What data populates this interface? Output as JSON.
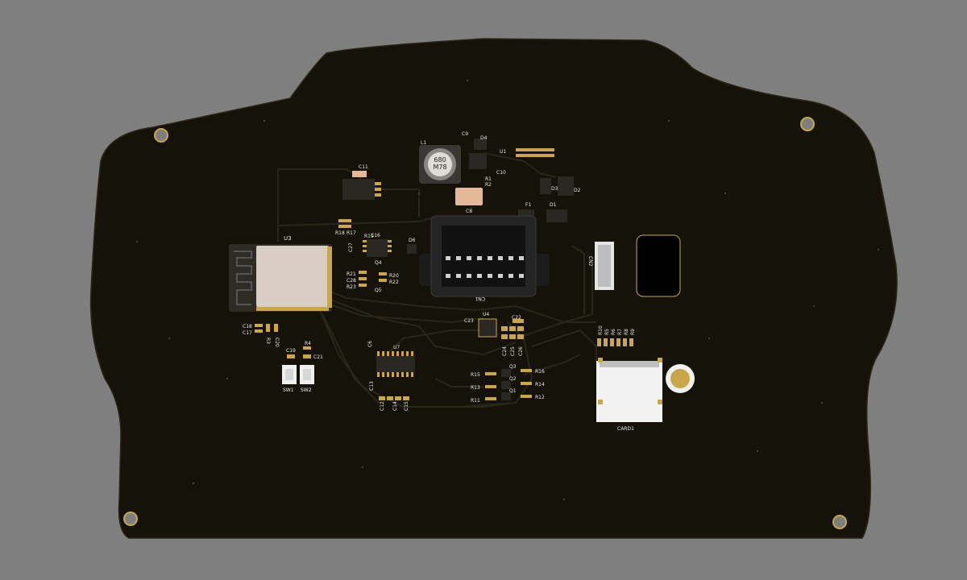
{
  "colors": {
    "background": "#7f7f7f",
    "board": "#15120a",
    "trace": "#232014",
    "silkscreen": "#e8e8e8",
    "pad": "#c9a648",
    "module": "#d9cec4"
  },
  "components": {
    "inductor_marking": [
      "680",
      "M78"
    ],
    "u1": "U1",
    "u3": "U3",
    "u4": "U4",
    "u7": "U7",
    "cn1": "CN1",
    "cn2": "CN2",
    "card1": "CARD1",
    "sw1": "SW1",
    "sw2": "SW2",
    "c8": "C8",
    "c9": "C9",
    "c10": "C10",
    "c11": "C11",
    "c12": "C12",
    "c13": "C13",
    "c14": "C14",
    "c15": "C15",
    "c16": "C16",
    "c17": "C17",
    "c18": "C18",
    "c19": "C19",
    "c20": "C20",
    "c21": "C21",
    "c22": "C22",
    "c23": "C23",
    "c24": "C24",
    "c25": "C25",
    "c26": "C26",
    "c27": "C27",
    "c28": "C28",
    "d1": "D1",
    "d2": "D2",
    "d3": "D3",
    "d4": "D4",
    "d6": "D6",
    "f1": "F1",
    "l1": "L1",
    "q1": "Q1",
    "q2": "Q2",
    "q3": "Q3",
    "q4": "Q4",
    "q5": "Q5",
    "r1": "R1",
    "r2": "R2",
    "r3": "R3",
    "r4": "R4",
    "r5": "R5",
    "r6": "R6",
    "r7": "R7",
    "r8": "R8",
    "r9": "R9",
    "r10": "R10",
    "r11": "R11",
    "r12": "R12",
    "r13": "R13",
    "r14": "R14",
    "r15": "R15",
    "r16": "R16",
    "r17": "R17",
    "r18": "R18",
    "r19": "R19",
    "r20": "R20",
    "r21": "R21",
    "r22": "R22",
    "r23": "R23"
  }
}
